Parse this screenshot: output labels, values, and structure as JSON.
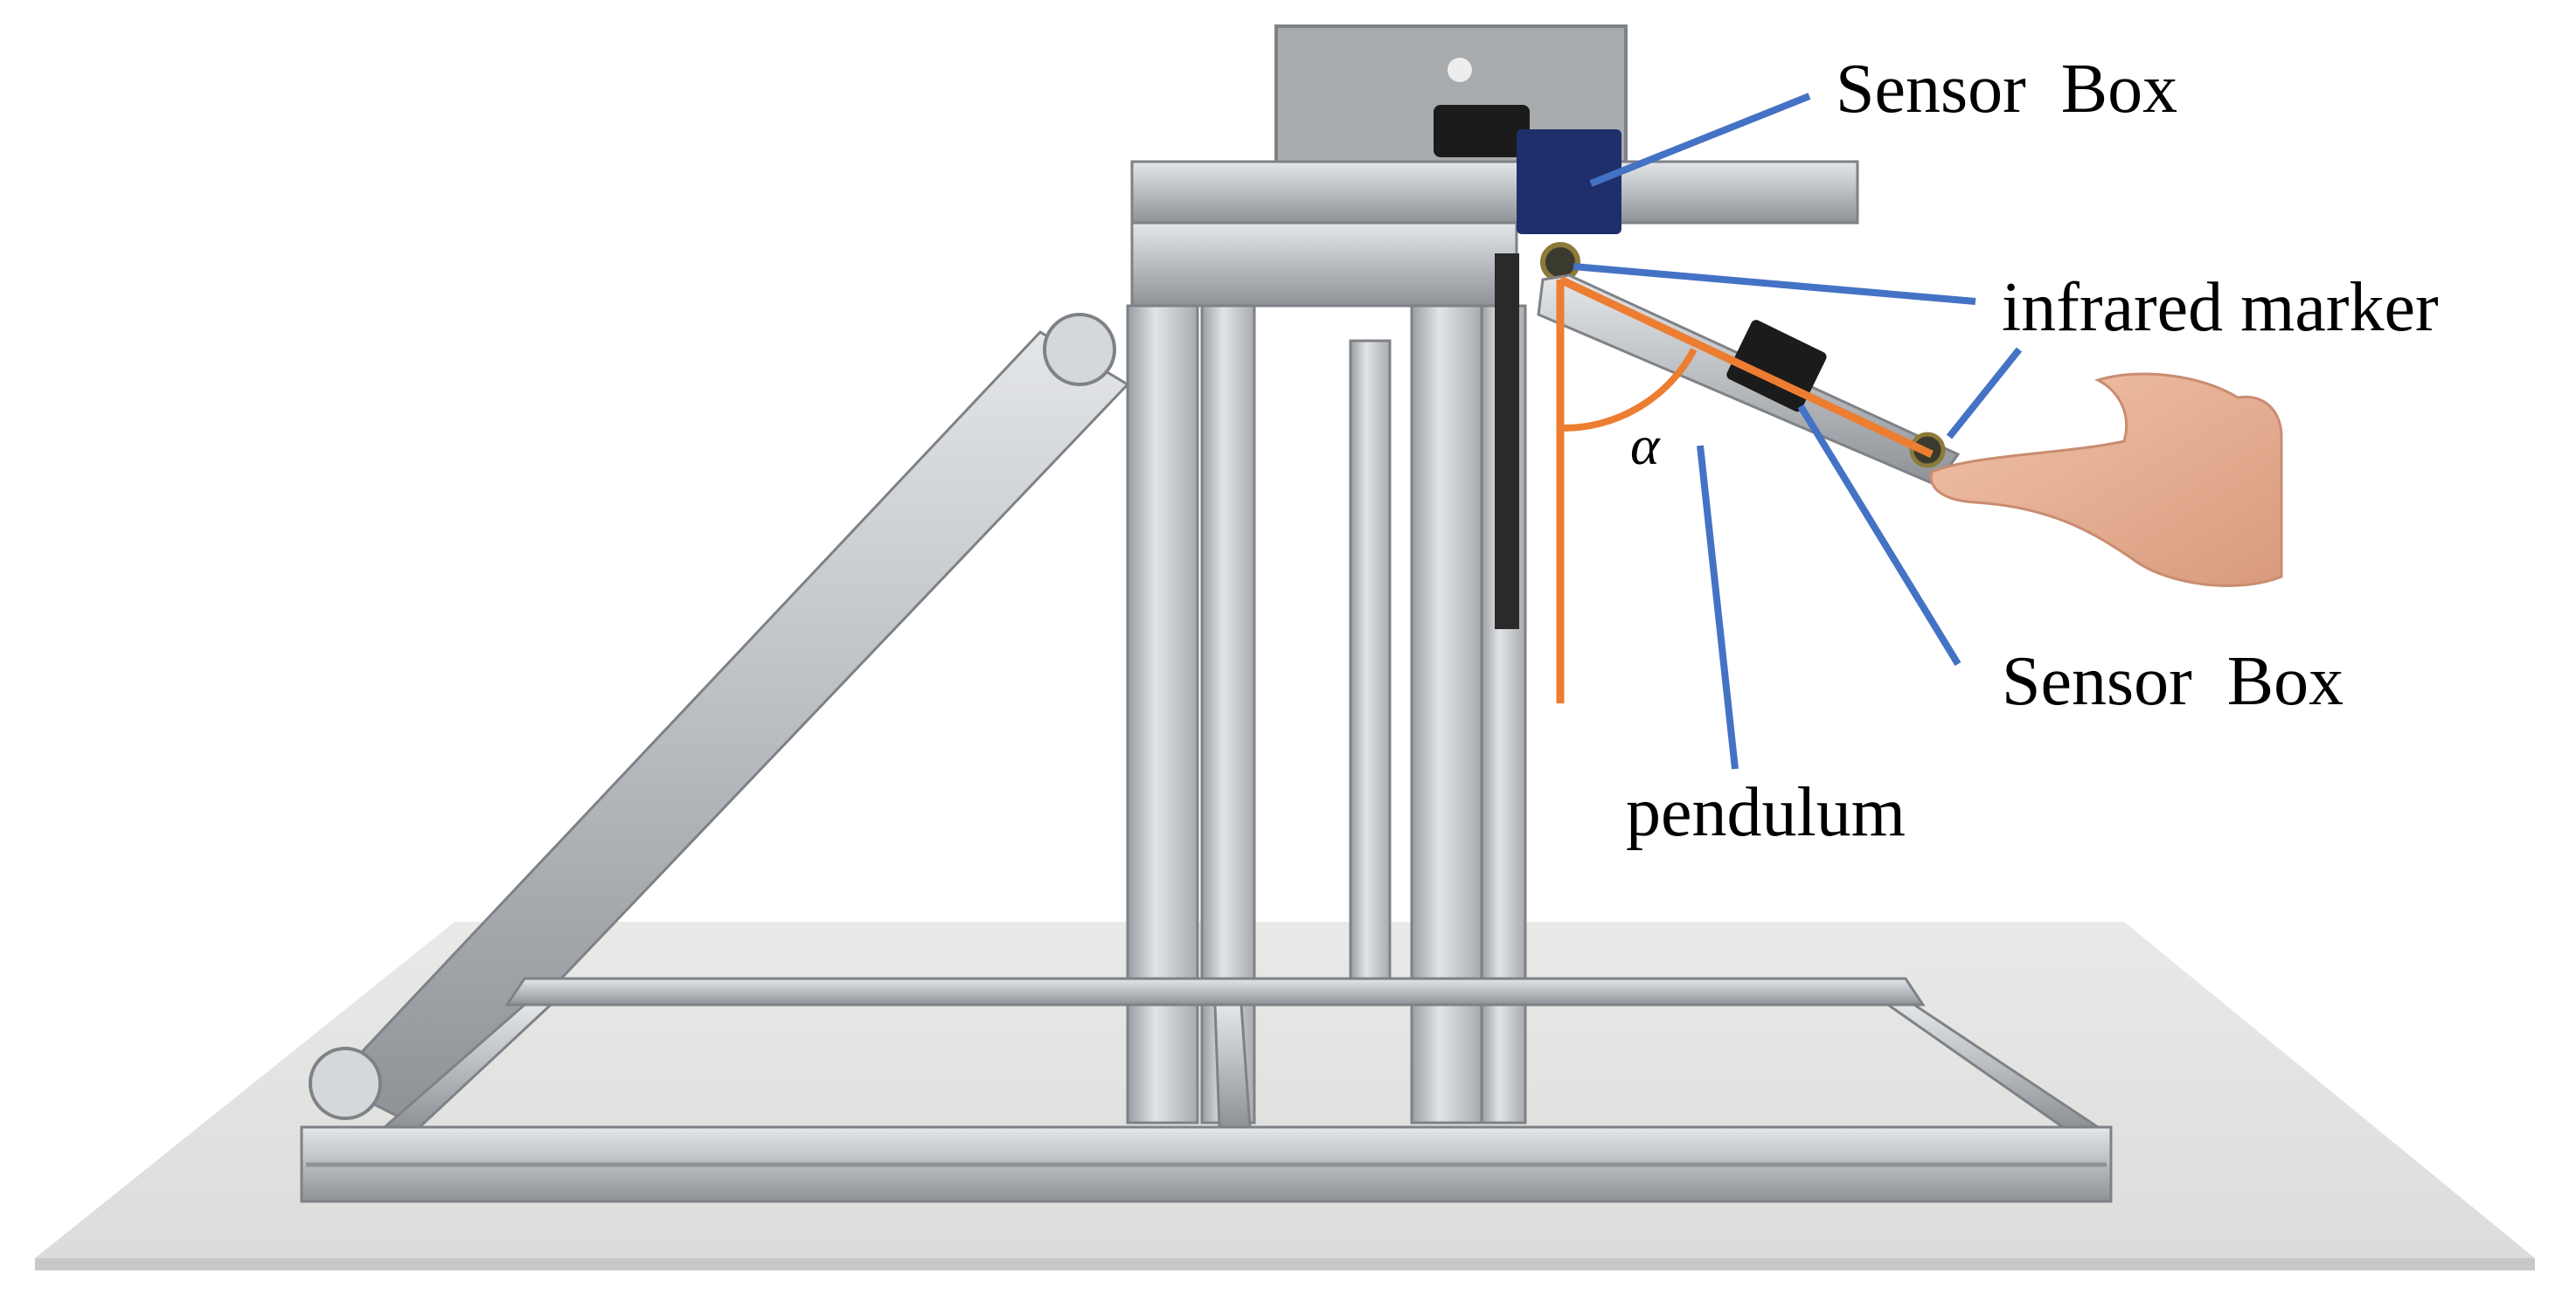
{
  "labels": {
    "sensor_box_top": "Sensor  Box",
    "infrared_marker": "infrared marker",
    "sensor_box_bottom": "Sensor  Box",
    "pendulum": "pendulum",
    "angle_symbol": "α"
  },
  "colors": {
    "annotation_line": "#4472C4",
    "angle_line": "#ED7D31",
    "aluminum": "#C9CCCF",
    "aluminum_dark": "#8E9296",
    "table": "#E8E8E6",
    "sensor_box": "#1F2F6B"
  }
}
